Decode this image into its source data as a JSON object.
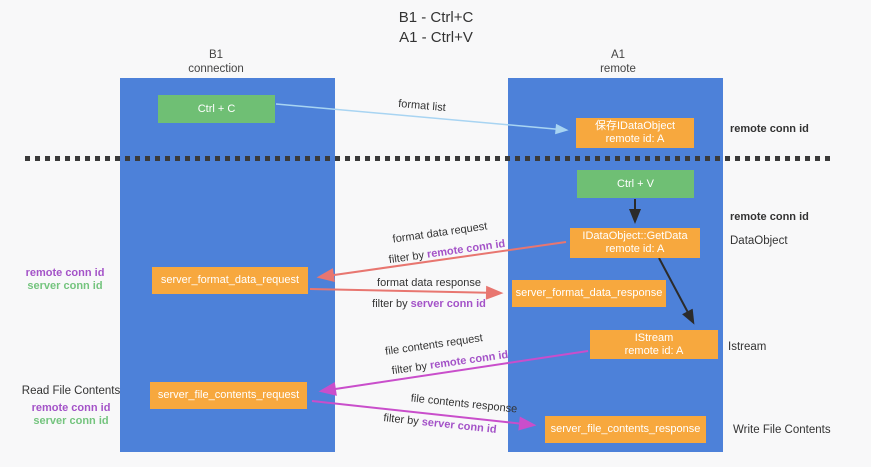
{
  "title": {
    "line1": "B1 - Ctrl+C",
    "line2": "A1 - Ctrl+V"
  },
  "columns": [
    {
      "header_line1": "B1",
      "header_line2": "connection"
    },
    {
      "header_line1": "A1",
      "header_line2": "remote"
    }
  ],
  "nodes": {
    "ctrl_c": {
      "label": "Ctrl + C"
    },
    "save_idataobject": {
      "line1": "保存IDataObject",
      "line2": "remote id: A"
    },
    "ctrl_v": {
      "label": "Ctrl + V"
    },
    "idataobject_getdata": {
      "line1": "IDataObject::GetData",
      "line2": "remote id: A"
    },
    "server_format_data_request": {
      "label": "server_format_data_request"
    },
    "server_format_data_response": {
      "label": "server_format_data_response"
    },
    "istream": {
      "line1": "IStream",
      "line2": "remote id: A"
    },
    "server_file_contents_request": {
      "label": "server_file_contents_request"
    },
    "server_file_contents_response": {
      "label": "server_file_contents_response"
    }
  },
  "arrow_labels": {
    "format_list": "format list",
    "format_data_request": "format data request",
    "format_data_response": "format data response",
    "file_contents_request": "file contents request",
    "file_contents_response": "file contents response",
    "filter_prefix": "filter by ",
    "remote_conn_id": "remote conn id",
    "server_conn_id": "server conn id"
  },
  "side_labels": {
    "remote_conn_id_top_right": "remote conn id",
    "remote_conn_id_mid_right": "remote conn id",
    "dataobject": "DataObject",
    "istream": "Istream",
    "write_file_contents": "Write File Contents",
    "remote_conn_id_mid_left": "remote conn id",
    "server_conn_id_mid_left": "server conn id",
    "read_file_contents": "Read File Contents",
    "remote_conn_id_bottom_left": "remote conn id",
    "server_conn_id_bottom_left": "server conn id"
  },
  "colors": {
    "column_blue": "#4d81d9",
    "box_green": "#6fbf74",
    "box_orange": "#f7a83e",
    "purple_text": "#a453c8",
    "green_text": "#74c47e",
    "red_arrow": "#e87670",
    "magenta_arrow": "#c94ecb",
    "blue_arrow": "#a8d4f2",
    "black_arrow": "#2b2b2b"
  }
}
